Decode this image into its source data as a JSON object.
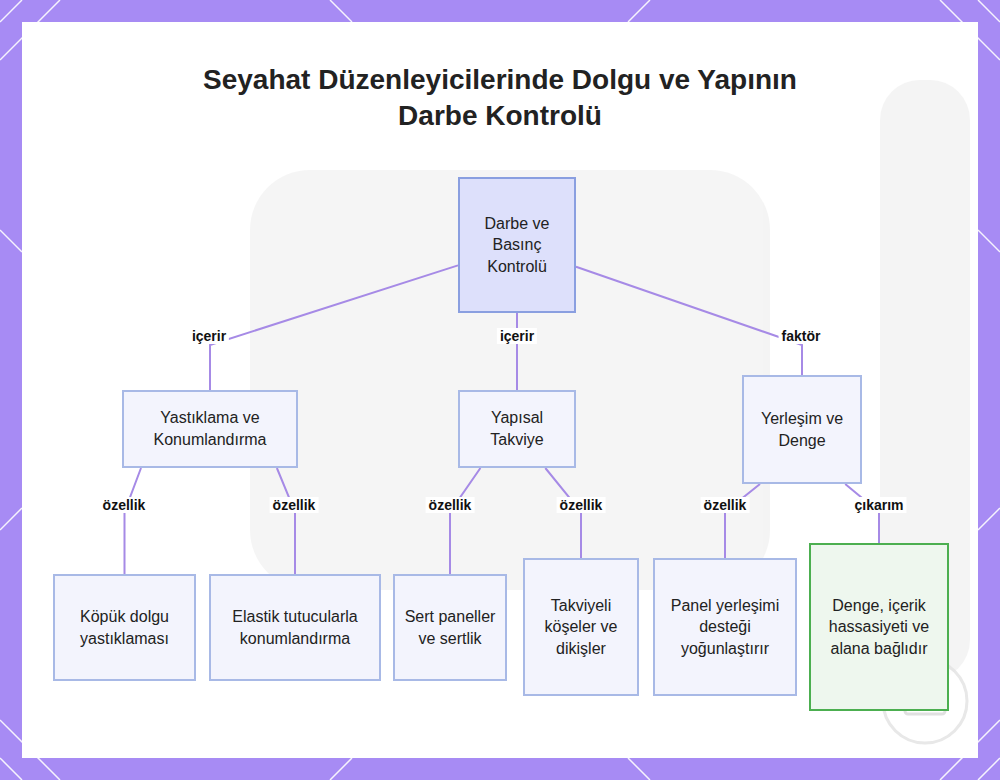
{
  "diagram": {
    "title": "Seyahat Düzenleyicilerinde Dolgu ve Yapının Darbe Kontrolü",
    "nodes": [
      {
        "text": [
          "Darbe ve Basınç Kontrolü"
        ]
      },
      {
        "text": [
          "Yastıklama ve Konumlandırma"
        ]
      },
      {
        "text": [
          "Yapısal Takviye"
        ]
      },
      {
        "text": [
          "Yerleşim ve Denge"
        ]
      },
      {
        "text": [
          "Köpük dolgu yastıklaması"
        ]
      },
      {
        "text": [
          "Elastik tutucularla konumlandırma"
        ]
      },
      {
        "text": [
          "Sert paneller ve sertlik"
        ]
      },
      {
        "text": [
          "Takviyeli köşeler ve dikişler"
        ]
      },
      {
        "text": [
          "Panel yerleşimi desteği yoğunlaştırır"
        ]
      },
      {
        "text": [
          "Denge, içerik hassasiyeti ve alana bağlıdır"
        ]
      }
    ],
    "edges": [
      {
        "from": 0,
        "to": 1,
        "label": "içerir",
        "arrow": "none"
      },
      {
        "from": 0,
        "to": 2,
        "label": "içerir",
        "arrow": "none"
      },
      {
        "from": 0,
        "to": 3,
        "label": "faktör",
        "arrow": "none"
      },
      {
        "from": 1,
        "to": 4,
        "label": "özellik",
        "arrow": "none"
      },
      {
        "from": 1,
        "to": 5,
        "label": "özellik",
        "arrow": "none"
      },
      {
        "from": 2,
        "to": 6,
        "label": "özellik",
        "arrow": "none"
      },
      {
        "from": 2,
        "to": 7,
        "label": "özellik",
        "arrow": "none"
      },
      {
        "from": 3,
        "to": 8,
        "label": "özellik",
        "arrow": "none"
      },
      {
        "from": 3,
        "to": 9,
        "label": "çıkarım",
        "arrow": "none"
      }
    ]
  }
}
